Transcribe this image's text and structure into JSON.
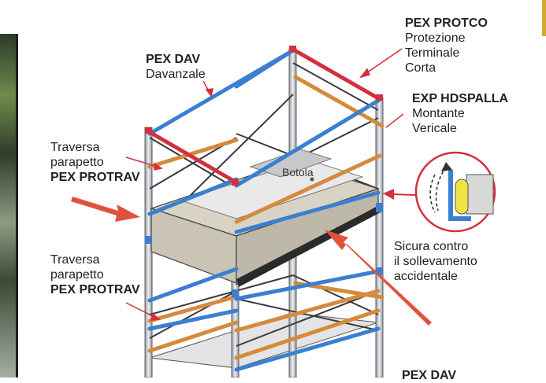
{
  "labels": {
    "pex_protco": {
      "code": "PEX PROTCO",
      "desc": [
        "Protezione",
        "Terminale",
        "Corta"
      ]
    },
    "pex_dav_top": {
      "code": "PEX DAV",
      "desc": [
        "Davanzale"
      ]
    },
    "exp_hdspalla": {
      "code": "EXP HDSPALLA",
      "desc": [
        "Montante",
        "Vericale"
      ]
    },
    "traversa_top": {
      "desc": [
        "Traversa",
        "parapetto"
      ],
      "code": "PEX PROTRAV"
    },
    "botola": "Botola",
    "sicura": [
      "Sicura contro",
      "il sollevamento",
      "accidentale"
    ],
    "traversa_mid": {
      "desc": [
        "Traversa",
        "parapetto"
      ],
      "code": "PEX PROTRAV"
    },
    "pex_dav_bottom": {
      "code": "PEX DAV"
    }
  },
  "colors": {
    "tube": "#c9cdd2",
    "blue": "#3a7fd0",
    "orange": "#d58a3c",
    "red": "#d2303c",
    "brace": "#3a3a3a",
    "deck": "#d8d3c4",
    "arrow": "#e0523e"
  },
  "icons": [
    "detail-clip-icon"
  ]
}
